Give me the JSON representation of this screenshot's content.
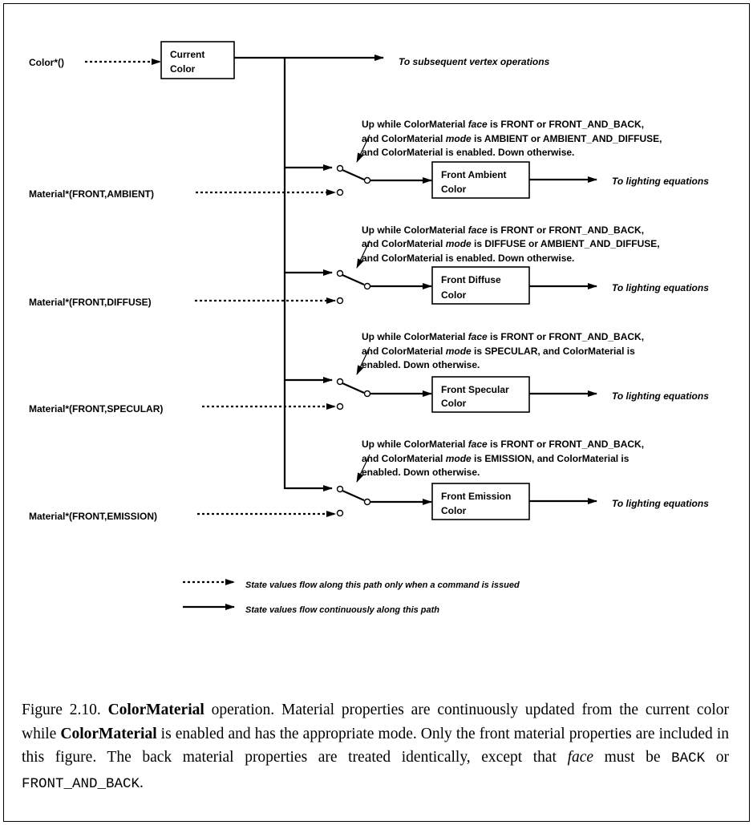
{
  "inputs": {
    "color": "Color*()",
    "ambient": "Material*(FRONT,AMBIENT)",
    "diffuse": "Material*(FRONT,DIFFUSE)",
    "specular": "Material*(FRONT,SPECULAR)",
    "emission": "Material*(FRONT,EMISSION)"
  },
  "current_color_box": {
    "line1": "Current",
    "line2": "Color"
  },
  "subsequent_label": "To  subsequent vertex operations",
  "lighting_label": "To lighting equations",
  "stages": [
    {
      "box_line1": "Front Ambient",
      "box_line2": "Color",
      "note_a1": "Up while ColorMaterial ",
      "note_a_face": "face",
      "note_a2": " is FRONT or FRONT_AND_BACK,",
      "note_b1": "and ColorMaterial ",
      "note_b_mode": "mode",
      "note_b2": " is AMBIENT or AMBIENT_AND_DIFFUSE,",
      "note_c": "and ColorMaterial is enabled.  Down otherwise."
    },
    {
      "box_line1": "Front Diffuse",
      "box_line2": "Color",
      "note_a1": "Up while ColorMaterial ",
      "note_a_face": "face",
      "note_a2": " is FRONT or FRONT_AND_BACK,",
      "note_b1": "and ColorMaterial ",
      "note_b_mode": "mode",
      "note_b2": " is DIFFUSE or AMBIENT_AND_DIFFUSE,",
      "note_c": "and ColorMaterial is enabled.  Down otherwise."
    },
    {
      "box_line1": "Front Specular",
      "box_line2": "Color",
      "note_a1": "Up while ColorMaterial ",
      "note_a_face": "face",
      "note_a2": " is FRONT or FRONT_AND_BACK,",
      "note_b1": "and ColorMaterial ",
      "note_b_mode": "mode",
      "note_b2": " is SPECULAR, and ColorMaterial is",
      "note_c": "enabled.  Down otherwise."
    },
    {
      "box_line1": "Front Emission",
      "box_line2": "Color",
      "note_a1": "Up while ColorMaterial ",
      "note_a_face": "face",
      "note_a2": " is FRONT or FRONT_AND_BACK,",
      "note_b1": "and ColorMaterial ",
      "note_b_mode": "mode",
      "note_b2": " is EMISSION, and ColorMaterial is",
      "note_c": "enabled.  Down otherwise."
    }
  ],
  "legend": {
    "dotted": "State values flow along this path only when a command is issued",
    "solid": "State values flow continuously along this path"
  },
  "caption": {
    "fig": "Figure 2.10.",
    "term1": "ColorMaterial",
    "t1": " operation. Material properties are continuously updated from the current color while ",
    "term2": "ColorMaterial",
    "t2": " is enabled and has the appropriate mode. Only the front material properties are included in this figure. The back material properties are treated identically, except that ",
    "face": "face",
    "t3": " must be ",
    "back": "BACK",
    "t4": " or ",
    "fab": "FRONT_AND_BACK",
    "t5": "."
  }
}
